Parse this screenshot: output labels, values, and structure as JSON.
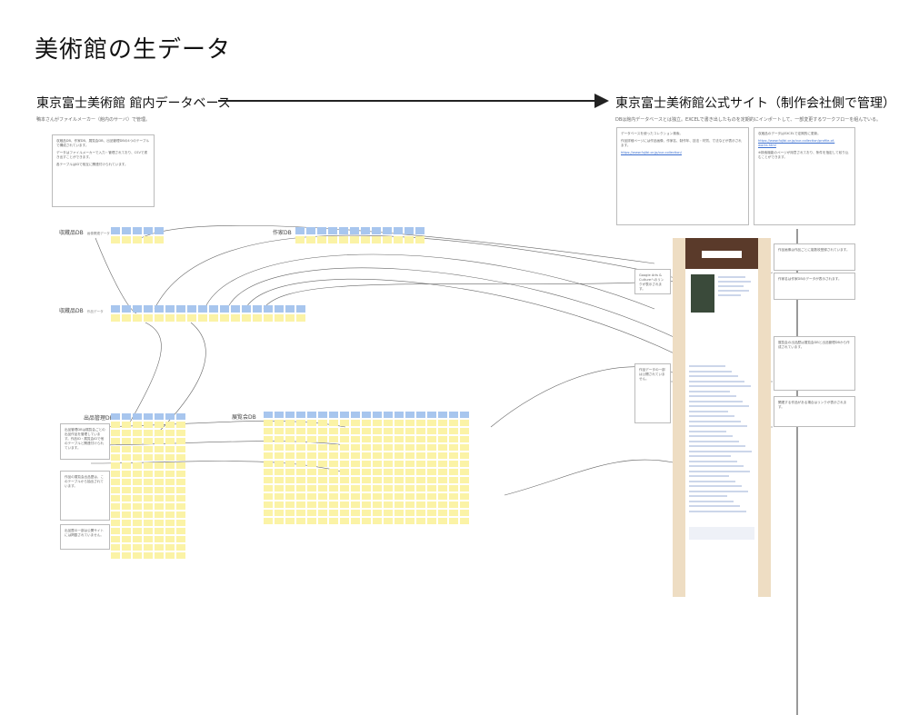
{
  "page": {
    "title": "美術館の生データ"
  },
  "left": {
    "heading": "東京富士美術館 館内データベース",
    "subtitle": "鴨本さんがファイルメーカー（館内のサーバ）で管理。",
    "intro_note": [
      "収蔵品DB、作家DB、展覧会DB、出品管理DBの4つのテーブルで構成されています。",
      "データはファイルメーカーで入力・管理されており、CSVで書き出すことができます。",
      "各テーブルはIDで相互に関連付けられています。"
    ]
  },
  "right": {
    "heading": "東京富士美術館公式サイト（制作会社側で管理）",
    "subtitle": "DBは館内データベースとは独立。EXCELで書き出したものを定期的にインポートして、一部変更するワークフローを組んでいる。",
    "note_a": [
      "データベースを使ったコレクション検索。",
      "作品詳細ページには作品画像、作家名、制作年、技法・材質、寸法などが表示されます。",
      "https://www.fujibi.or.jp/our-collection/"
    ],
    "note_b": [
      "収蔵品のデータはEXCELで定期的に更新。",
      "https://www.fujibi.or.jp/our-collection/profile-of-works.html",
      "※検索機能のページが用意されており、条件を指定して絞り込むことができます。"
    ]
  },
  "tables": {
    "collection_a": {
      "label": "収蔵品DB",
      "sublabel": "画像関連データ"
    },
    "artist": {
      "label": "作家DB"
    },
    "collection_b": {
      "label": "収蔵品DB",
      "sublabel": "作品データ"
    },
    "exhibition": {
      "label": "展覧会DB"
    },
    "exhibit_mgmt": {
      "label": "出品管理DB"
    }
  },
  "side_notes": {
    "exhibit_1": "出品管理DBは展覧会ごとの出品作品を管理しています。作品ID・展覧会IDで他のテーブルと関連付けられています。",
    "exhibit_2": "作品の展覧会出品歴は、このテーブルから抽出されています。",
    "exhibit_3": "出品歴の一部は公開サイトには掲載されていません。",
    "web_1": "作品画像は作品ごとに複数枚登録されています。",
    "web_2": "作家名は作家DBのデータが表示されます。",
    "web_3": "展覧会の出品歴は展覧会DBと出品管理DBから作成されています。",
    "web_4": "関連する作品がある場合はリンクが表示されます。",
    "web_5": "Google Arts & Cultureへのリンクが表示されます。",
    "web_6": "作品データの一部は公開されていません。"
  },
  "colors": {
    "header_cell": "#a8c6ee",
    "data_cell": "#fbf3a6",
    "site_frame": "#eeddc3"
  },
  "icons": [
    "arrow-right-icon"
  ]
}
